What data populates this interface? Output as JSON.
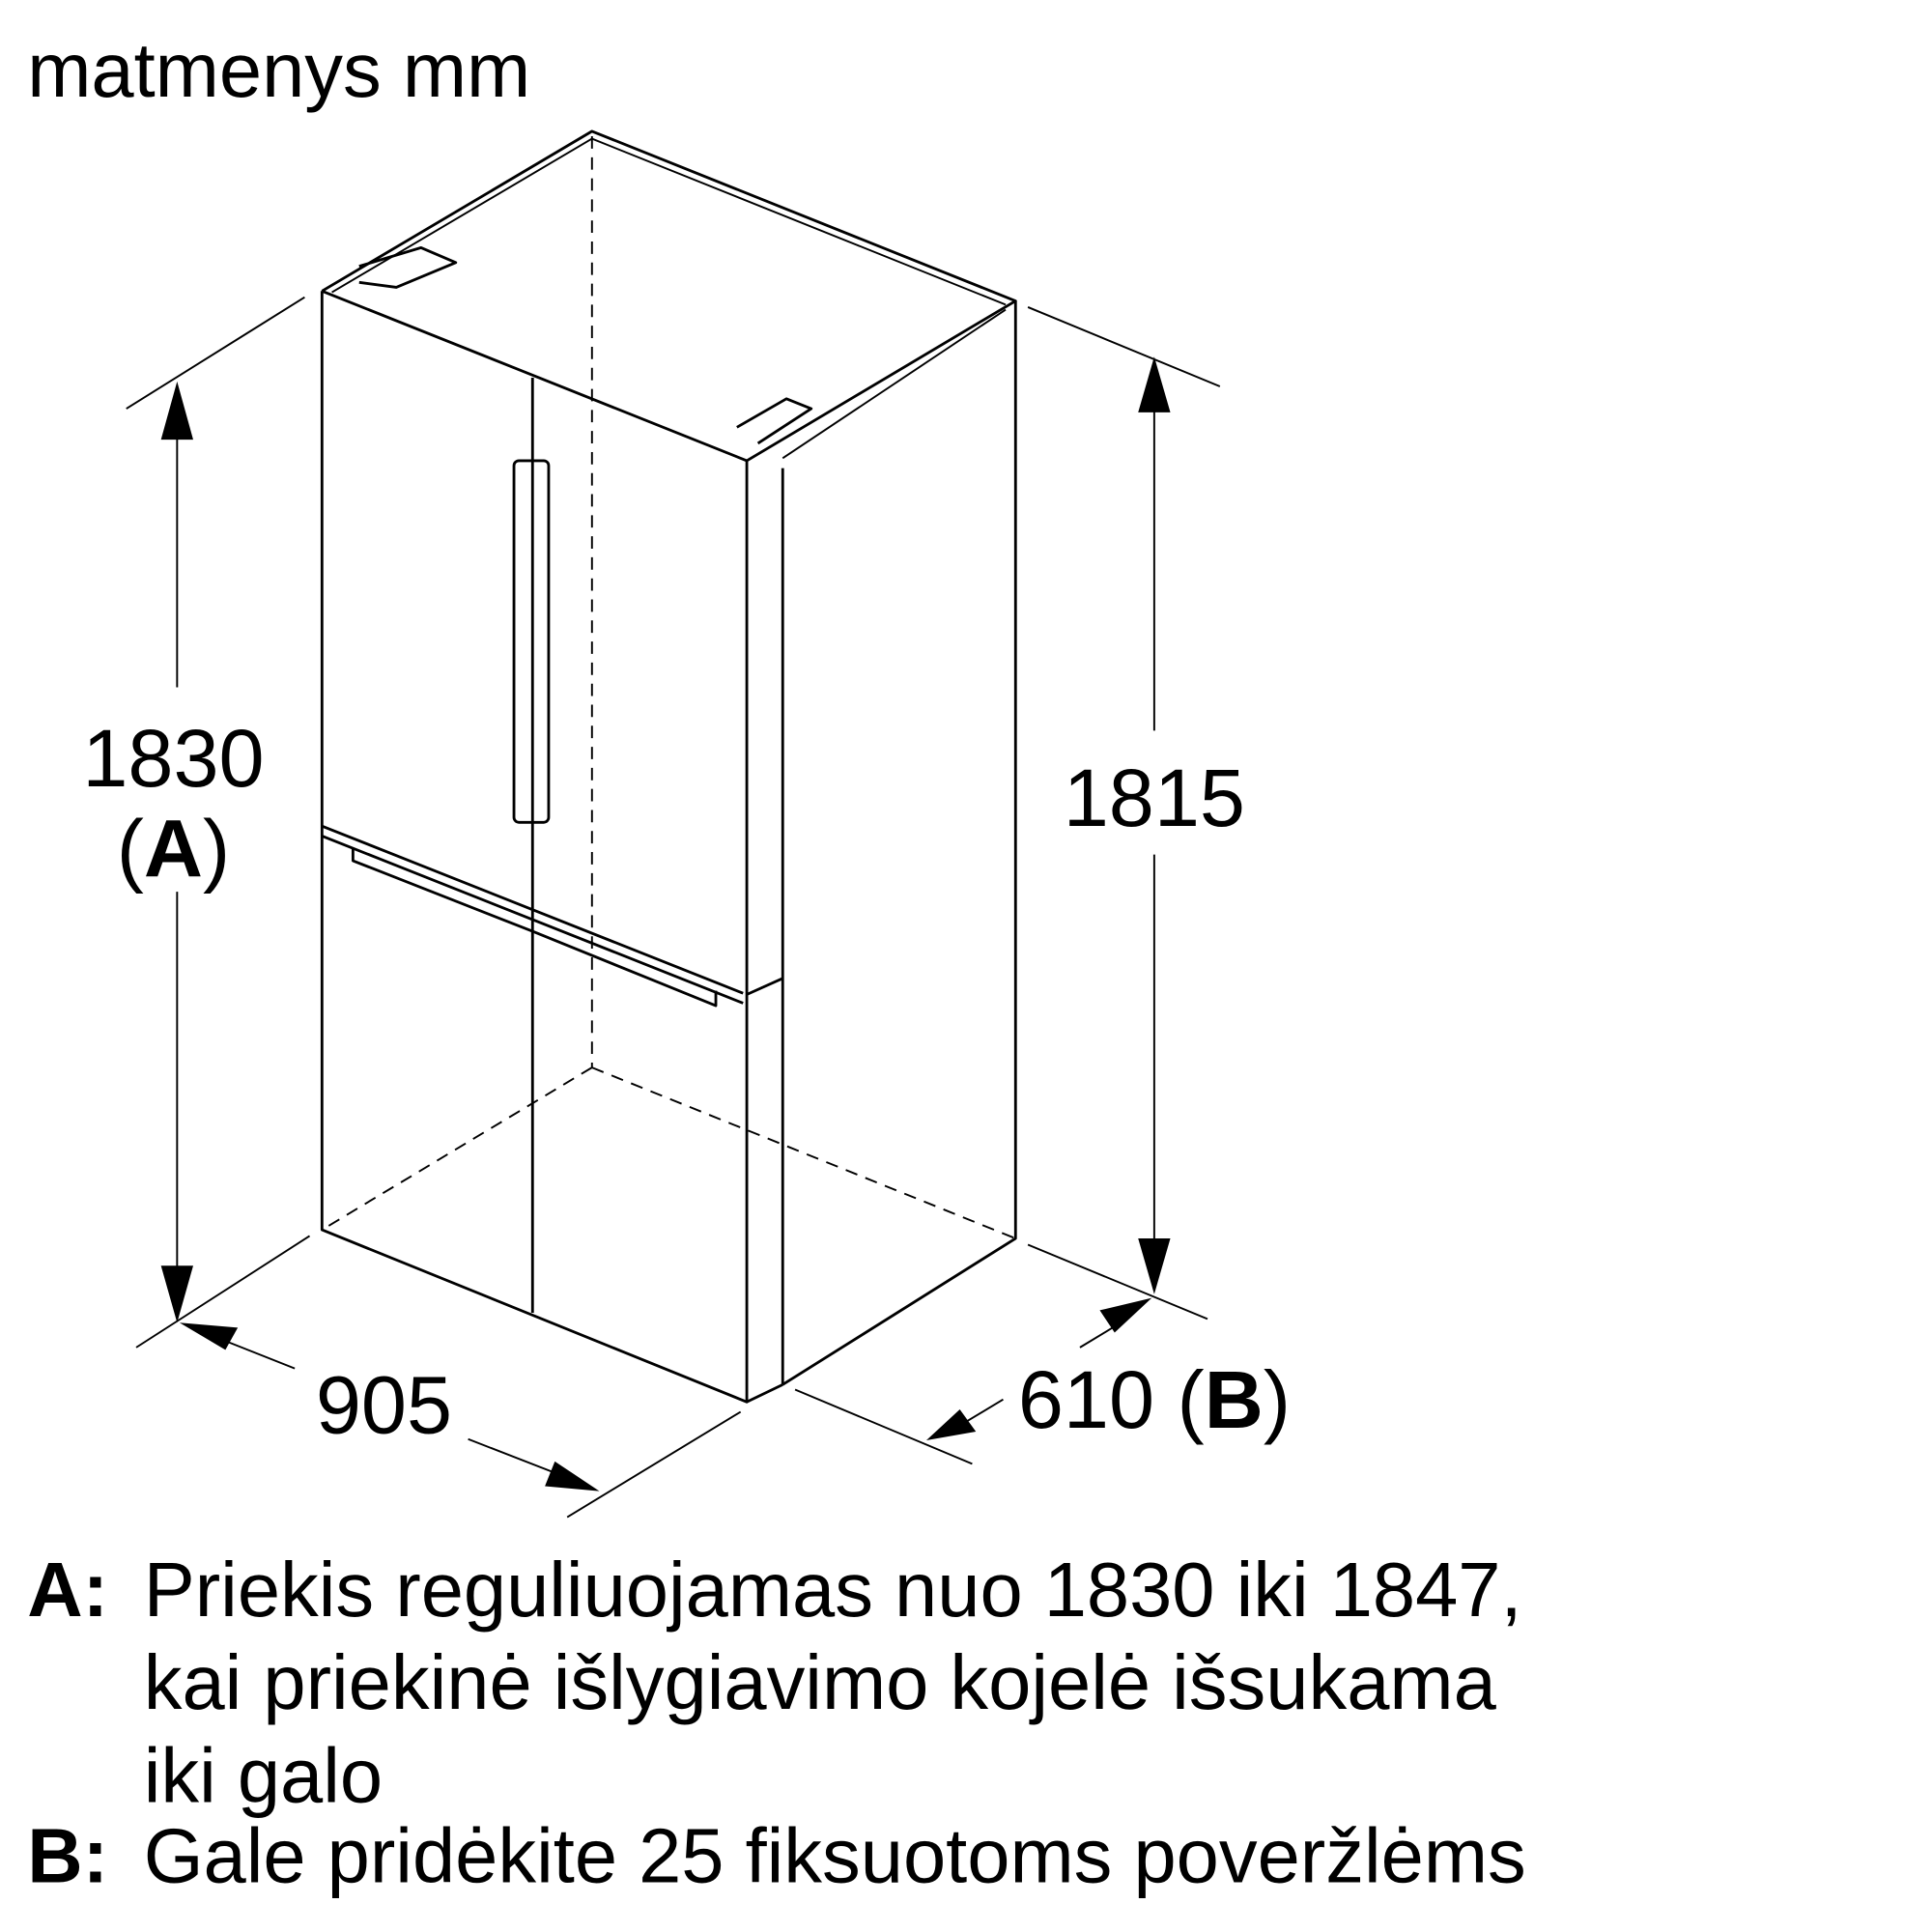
{
  "title": "matmenys mm",
  "dimensions": {
    "height_front": "1830",
    "height_front_tag": "A",
    "height_back": "1815",
    "width": "905",
    "depth": "610",
    "depth_tag": "B"
  },
  "notes": [
    {
      "label": "A:",
      "lines": [
        "Priekis reguliuojamas nuo 1830 iki 1847,",
        "kai priekinė išlygiavimo kojelė išsukama",
        "iki galo"
      ]
    },
    {
      "label": "B:",
      "lines": [
        "Gale pridėkite 25 fiksuotoms poveržlėms"
      ]
    }
  ]
}
